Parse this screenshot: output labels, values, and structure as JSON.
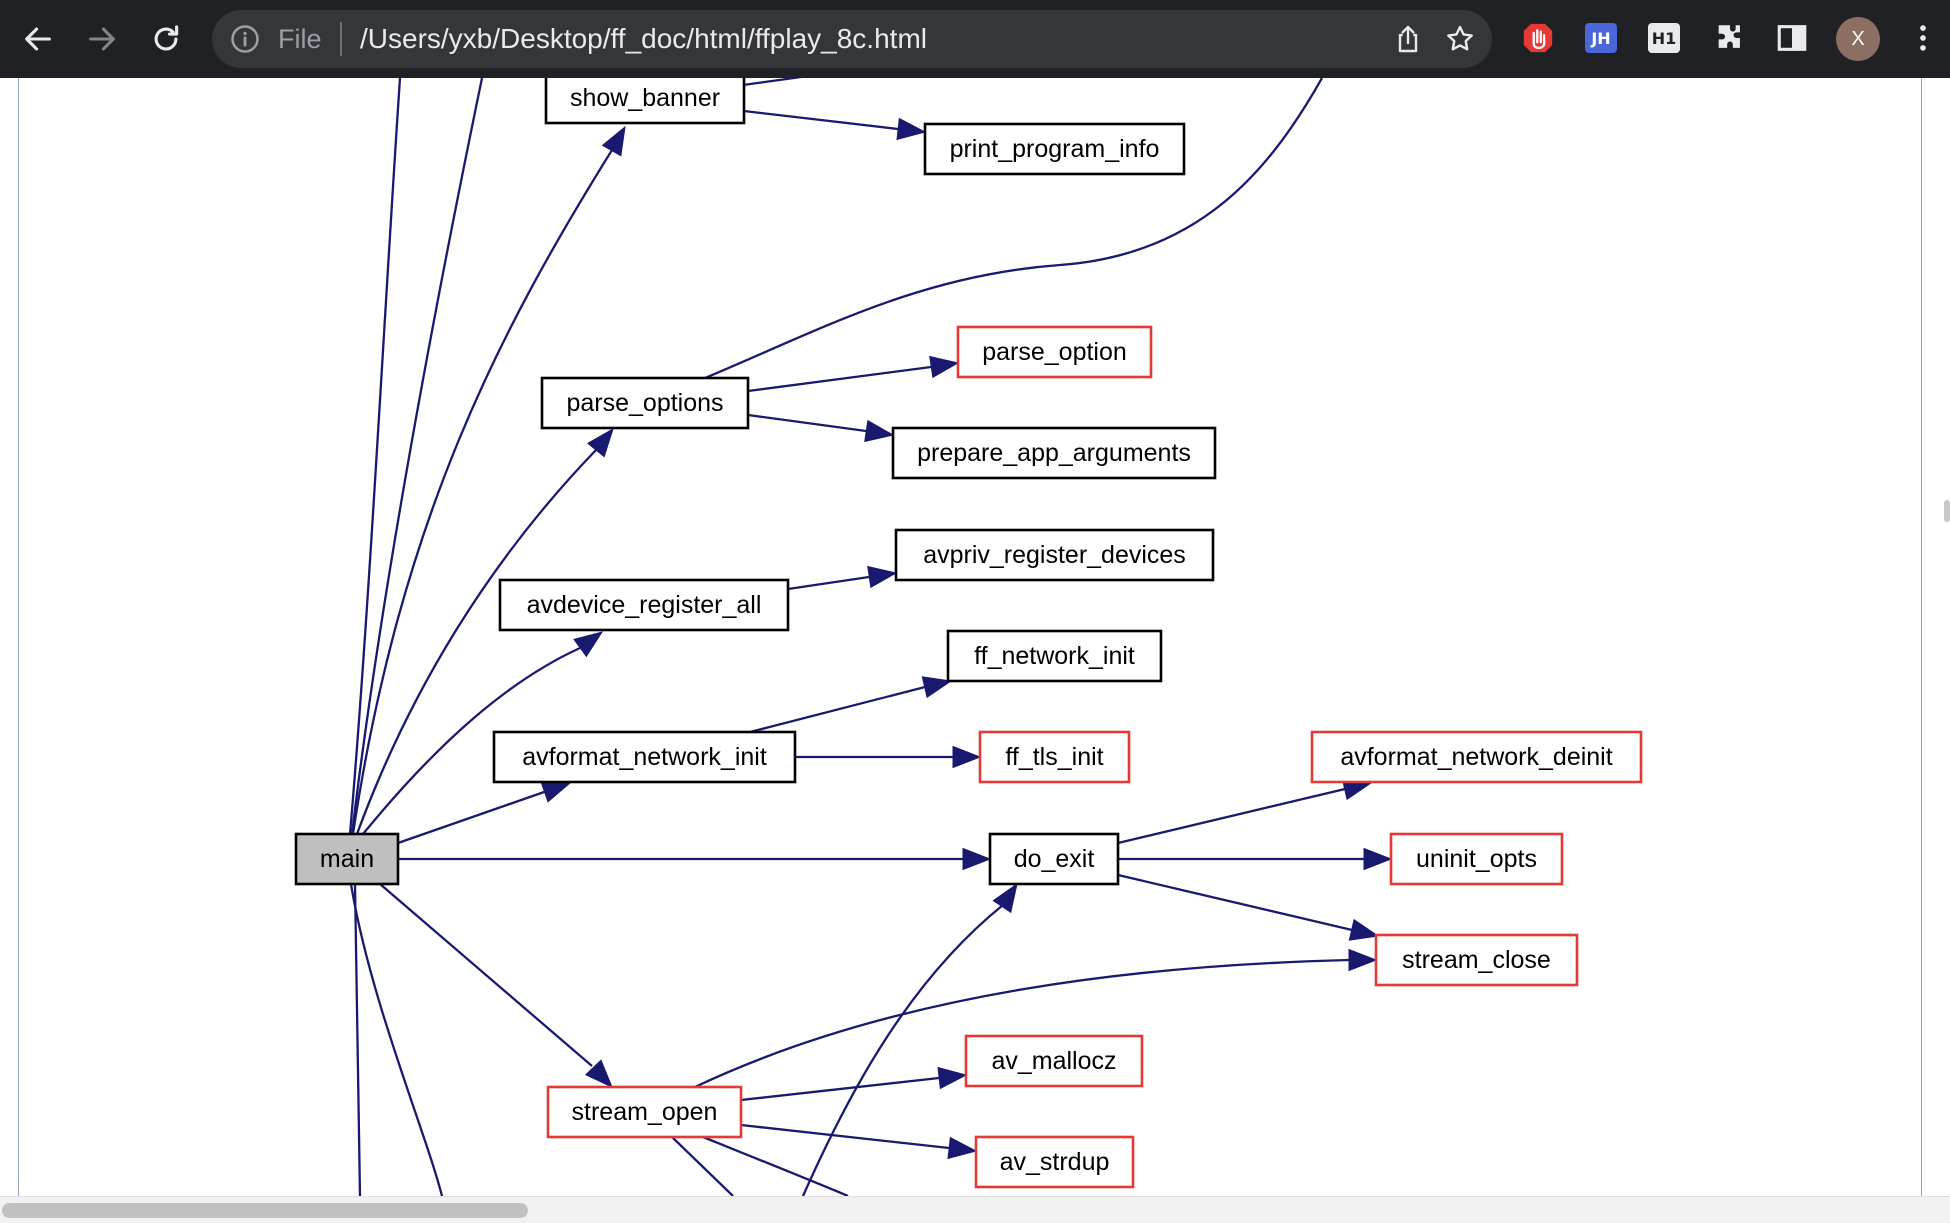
{
  "browser": {
    "omnibox": {
      "scheme_label": "File",
      "url": "/Users/yxb/Desktop/ff_doc/html/ffplay_8c.html"
    },
    "avatar_initial": "X",
    "extensions": [
      {
        "id": "adblock",
        "icon": "hand-stop-icon",
        "color": "#e53935"
      },
      {
        "id": "jh",
        "label": "JH",
        "color": "#4a66d9"
      },
      {
        "id": "h1",
        "label": "H1",
        "color": "#e8eaed"
      },
      {
        "id": "puzzle",
        "icon": "puzzle-icon"
      },
      {
        "id": "sidepanel",
        "icon": "side-panel-icon"
      }
    ]
  },
  "graph": {
    "colors": {
      "edge": "#191970",
      "external_border": "#e53935",
      "root_fill": "#bfbfbf"
    },
    "nodes": [
      {
        "id": "show_banner",
        "label": "show_banner",
        "kind": "normal"
      },
      {
        "id": "print_program_info",
        "label": "print_program_info",
        "kind": "normal"
      },
      {
        "id": "parse_option",
        "label": "parse_option",
        "kind": "external"
      },
      {
        "id": "parse_options",
        "label": "parse_options",
        "kind": "normal"
      },
      {
        "id": "prepare_app_arguments",
        "label": "prepare_app_arguments",
        "kind": "normal"
      },
      {
        "id": "avpriv_register_devices",
        "label": "avpriv_register_devices",
        "kind": "normal"
      },
      {
        "id": "avdevice_register_all",
        "label": "avdevice_register_all",
        "kind": "normal"
      },
      {
        "id": "ff_network_init",
        "label": "ff_network_init",
        "kind": "normal"
      },
      {
        "id": "avformat_network_init",
        "label": "avformat_network_init",
        "kind": "normal"
      },
      {
        "id": "ff_tls_init",
        "label": "ff_tls_init",
        "kind": "external"
      },
      {
        "id": "avformat_network_deinit",
        "label": "avformat_network_deinit",
        "kind": "external"
      },
      {
        "id": "main",
        "label": "main",
        "kind": "root"
      },
      {
        "id": "do_exit",
        "label": "do_exit",
        "kind": "normal"
      },
      {
        "id": "uninit_opts",
        "label": "uninit_opts",
        "kind": "external"
      },
      {
        "id": "stream_close",
        "label": "stream_close",
        "kind": "external"
      },
      {
        "id": "av_mallocz",
        "label": "av_mallocz",
        "kind": "external"
      },
      {
        "id": "stream_open",
        "label": "stream_open",
        "kind": "external"
      },
      {
        "id": "av_strdup",
        "label": "av_strdup",
        "kind": "external"
      }
    ],
    "edges": [
      {
        "from": "show_banner",
        "to": "print_program_info"
      },
      {
        "from": "main",
        "to": "show_banner"
      },
      {
        "from": "main",
        "to": "parse_options"
      },
      {
        "from": "parse_options",
        "to": "parse_option"
      },
      {
        "from": "parse_options",
        "to": "prepare_app_arguments"
      },
      {
        "from": "main",
        "to": "avdevice_register_all"
      },
      {
        "from": "avdevice_register_all",
        "to": "avpriv_register_devices"
      },
      {
        "from": "avformat_network_init",
        "to": "ff_network_init"
      },
      {
        "from": "avformat_network_init",
        "to": "ff_tls_init"
      },
      {
        "from": "main",
        "to": "avformat_network_init"
      },
      {
        "from": "main",
        "to": "do_exit"
      },
      {
        "from": "do_exit",
        "to": "avformat_network_deinit"
      },
      {
        "from": "do_exit",
        "to": "uninit_opts"
      },
      {
        "from": "do_exit",
        "to": "stream_close"
      },
      {
        "from": "main",
        "to": "stream_open"
      },
      {
        "from": "stream_open",
        "to": "stream_close"
      },
      {
        "from": "stream_open",
        "to": "av_mallocz"
      },
      {
        "from": "stream_open",
        "to": "av_strdup"
      },
      {
        "from": "stream_open",
        "to": "do_exit"
      }
    ]
  }
}
